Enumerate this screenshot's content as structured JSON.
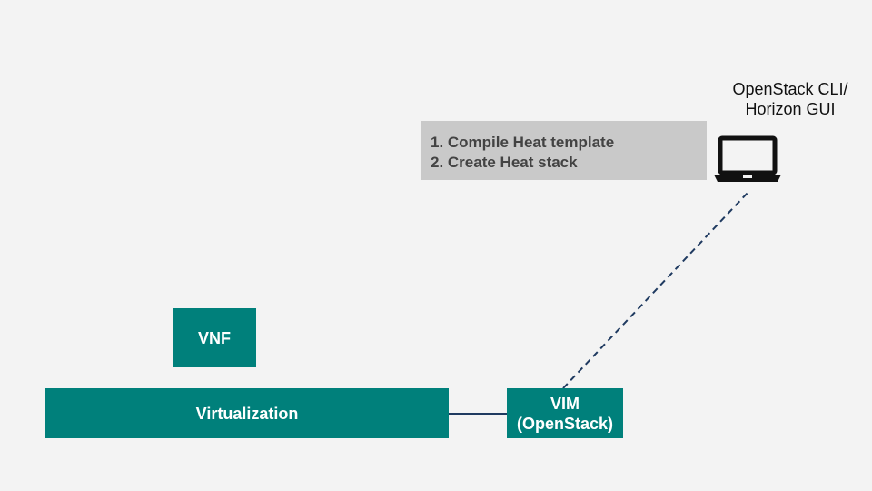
{
  "diagram": {
    "client": {
      "label_line1": "OpenStack CLI/",
      "label_line2": "Horizon GUI",
      "icon": "laptop-icon"
    },
    "steps": [
      "1. Compile Heat template",
      "2. Create Heat stack"
    ],
    "nodes": {
      "vnf": "VNF",
      "virtualization": "Virtualization",
      "vim_line1": "VIM",
      "vim_line2": "(OpenStack)"
    },
    "edges": [
      {
        "from": "virtualization",
        "to": "vim",
        "style": "solid"
      },
      {
        "from": "vim",
        "to": "client",
        "style": "dashed"
      }
    ],
    "colors": {
      "background": "#f3f3f3",
      "node_fill": "#00807b",
      "node_text": "#ffffff",
      "steps_fill": "#c9c9c9",
      "steps_text": "#434343",
      "edge": "#1f3a60"
    }
  }
}
